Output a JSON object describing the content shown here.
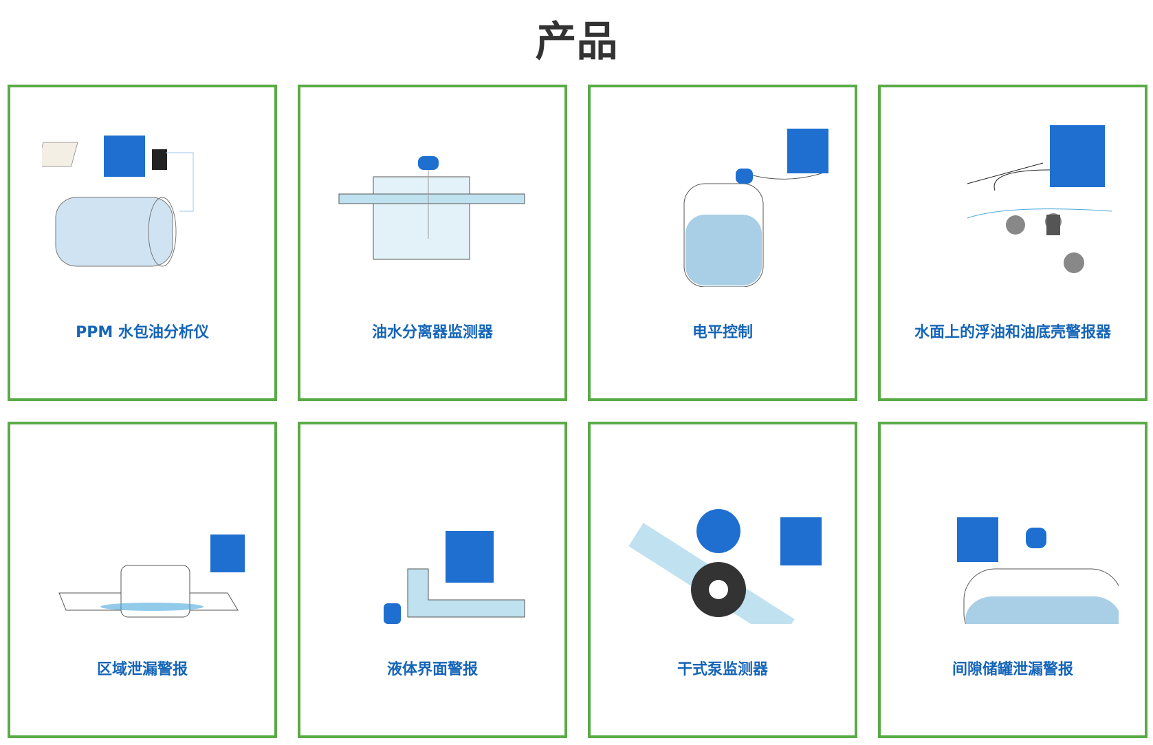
{
  "page_title": "产品",
  "products": [
    {
      "label": "PPM 水包油分析仪",
      "icon": "ppm-analyzer-illustration"
    },
    {
      "label": "油水分离器监测器",
      "icon": "oil-water-separator-illustration"
    },
    {
      "label": "电平控制",
      "icon": "level-control-illustration"
    },
    {
      "label": "水面上的浮油和油底壳警报器",
      "icon": "floating-oil-alarm-illustration"
    },
    {
      "label": "区域泄漏警报",
      "icon": "area-leak-alarm-illustration"
    },
    {
      "label": "液体界面警报",
      "icon": "liquid-interface-alarm-illustration"
    },
    {
      "label": "干式泵监测器",
      "icon": "dry-pump-monitor-illustration"
    },
    {
      "label": "间隙储罐泄漏警报",
      "icon": "interstitial-tank-leak-illustration"
    }
  ],
  "colors": {
    "border": "#5aaa46",
    "label": "#1565b8",
    "device": "#1e6fd0",
    "water": "#a9cfe6"
  }
}
